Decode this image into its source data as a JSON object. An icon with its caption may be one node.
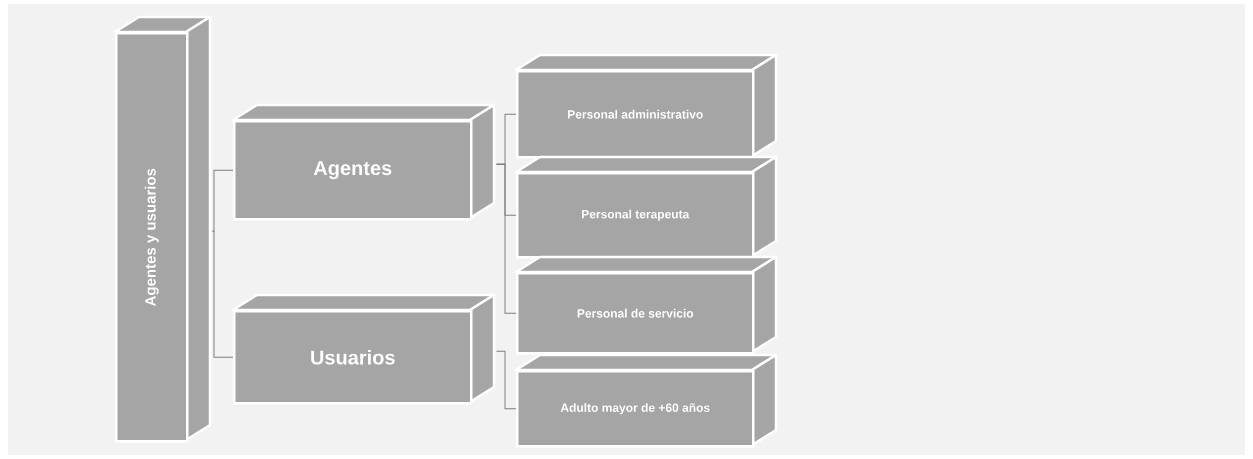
{
  "diagram": {
    "nodes": [
      {
        "text": [
          "Agentes y usuarios"
        ]
      },
      {
        "text": [
          "Agentes"
        ]
      },
      {
        "text": [
          "Usuarios"
        ]
      },
      {
        "text": [
          "Personal administrativo"
        ]
      },
      {
        "text": [
          "Personal terapeuta"
        ]
      },
      {
        "text": [
          "Personal de servicio"
        ]
      },
      {
        "text": [
          "Adulto mayor de +60 años"
        ]
      }
    ],
    "edges": [
      {
        "from": 0,
        "to": 1,
        "arrow": "none"
      },
      {
        "from": 0,
        "to": 2,
        "arrow": "none"
      },
      {
        "from": 1,
        "to": 3,
        "arrow": "none"
      },
      {
        "from": 1,
        "to": 4,
        "arrow": "none"
      },
      {
        "from": 1,
        "to": 5,
        "arrow": "none"
      },
      {
        "from": 2,
        "to": 6,
        "arrow": "none"
      }
    ]
  }
}
